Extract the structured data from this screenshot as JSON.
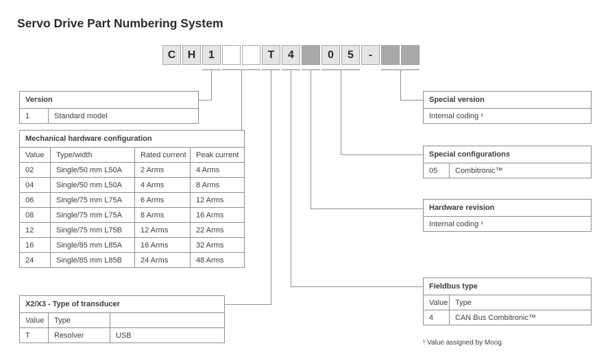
{
  "title": "Servo Drive Part Numbering System",
  "part_number": {
    "boxes": [
      {
        "char": "C",
        "style": "light"
      },
      {
        "char": "H",
        "style": "light"
      },
      {
        "char": "1",
        "style": "light"
      },
      {
        "char": "",
        "style": "white"
      },
      {
        "char": "",
        "style": "white"
      },
      {
        "char": "T",
        "style": "light"
      },
      {
        "char": "4",
        "style": "light"
      },
      {
        "char": "",
        "style": "dark"
      },
      {
        "char": "0",
        "style": "light"
      },
      {
        "char": "5",
        "style": "light"
      },
      {
        "char": "-",
        "style": "light"
      },
      {
        "char": "",
        "style": "dark"
      },
      {
        "char": "",
        "style": "dark"
      }
    ]
  },
  "tables": {
    "version": {
      "title": "Version",
      "columns": [],
      "rows": [
        [
          "1",
          "Standard model"
        ]
      ]
    },
    "mechanical": {
      "title": "Mechanical hardware configuration",
      "columns": [
        "Value",
        "Type/width",
        "Rated current",
        "Peak current"
      ],
      "rows": [
        [
          "02",
          "Single/50 mm L50A",
          "2 Arms",
          "4 Arms"
        ],
        [
          "04",
          "Single/50 mm L50A",
          "4 Arms",
          "8 Arms"
        ],
        [
          "06",
          "Single/75 mm L75A",
          "6 Arms",
          "12 Arms"
        ],
        [
          "08",
          "Single/75 mm L75A",
          "8 Arms",
          "16 Arms"
        ],
        [
          "12",
          "Single/75 mm L75B",
          "12 Arms",
          "22 Arms"
        ],
        [
          "16",
          "Single/85 mm L85A",
          "16 Arms",
          "32 Arms"
        ],
        [
          "24",
          "Single/85 mm L85B",
          "24 Arms",
          "48 Arms"
        ]
      ]
    },
    "transducer": {
      "title": "X2/X3 - Type of transducer",
      "columns": [
        "Value",
        "Type",
        ""
      ],
      "rows": [
        [
          "T",
          "Resolver",
          "USB"
        ]
      ]
    },
    "special_version": {
      "title": "Special version",
      "columns": [],
      "rows": [
        [
          "Internal coding ¹"
        ]
      ]
    },
    "special_configurations": {
      "title": "Special configurations",
      "columns": [],
      "rows": [
        [
          "05",
          "Combitronic™"
        ]
      ]
    },
    "hardware_revision": {
      "title": "Hardware revision",
      "columns": [],
      "rows": [
        [
          "Internal coding ¹"
        ]
      ]
    },
    "fieldbus": {
      "title": "Fieldbus type",
      "columns": [
        "Value",
        "Type"
      ],
      "rows": [
        [
          "4",
          "CAN Bus Combitronic™"
        ]
      ]
    }
  },
  "footnote": "¹ Value assigned by Moog",
  "colors": {
    "box_light": "#e4e4e4",
    "box_dark": "#a9a9a9",
    "table_border": "#8c8c8c",
    "connector_line": "#8f8f8f"
  }
}
